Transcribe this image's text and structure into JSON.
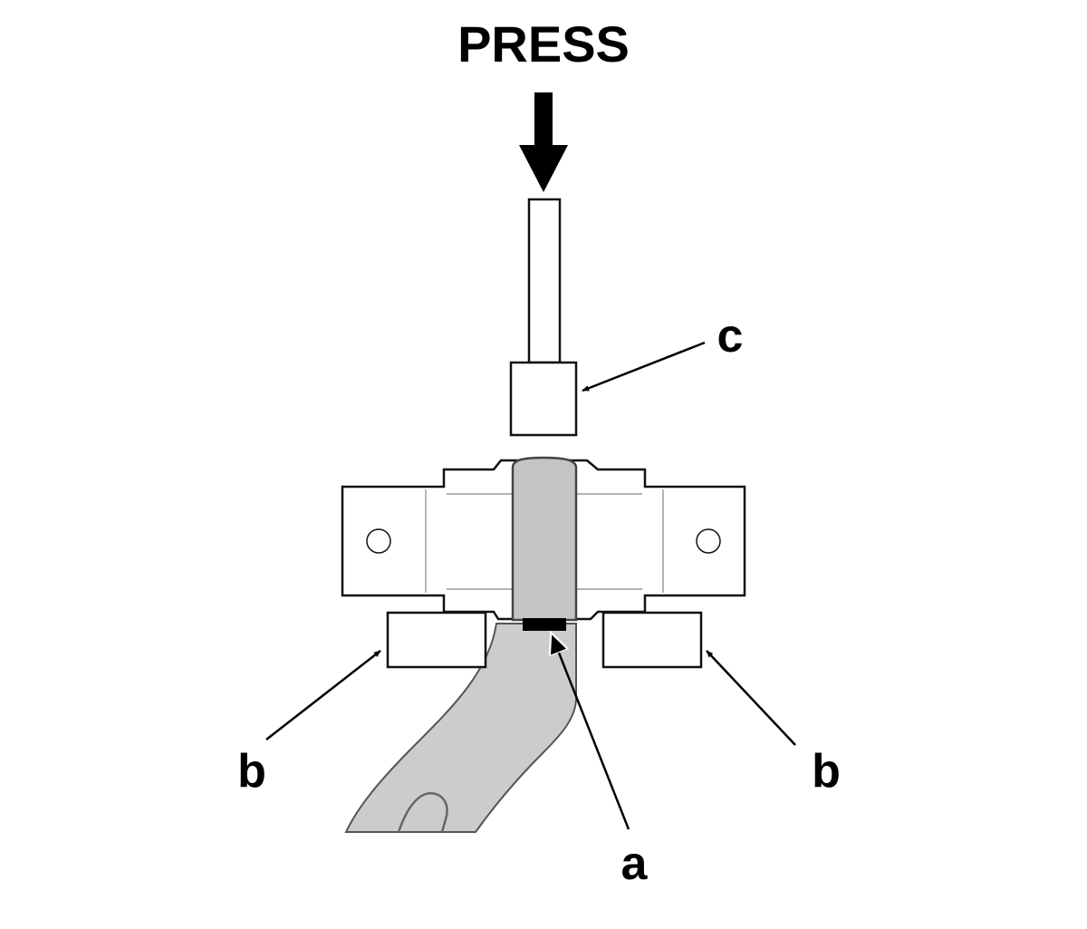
{
  "title": "PRESS",
  "callouts": {
    "a": "a",
    "b_left": "b",
    "b_right": "b",
    "c": "c"
  },
  "colors": {
    "part_fill": "#cccccc",
    "outline": "#111111",
    "text": "#000000"
  },
  "icons": {
    "press_direction": "arrow-down-icon"
  }
}
